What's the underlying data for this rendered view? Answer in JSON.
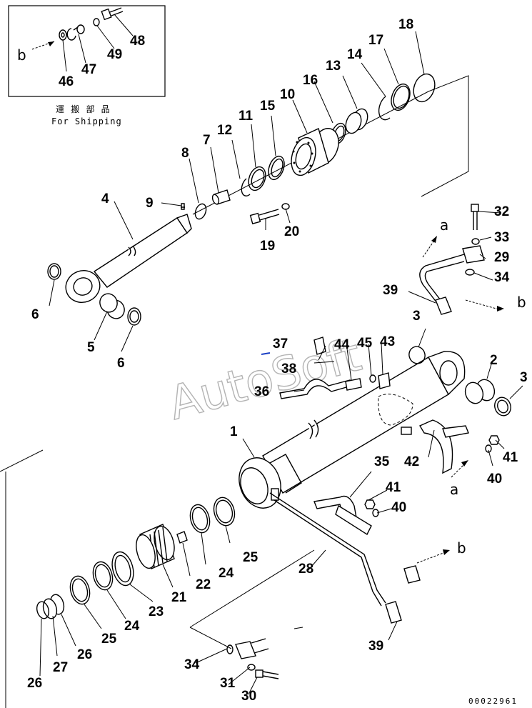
{
  "inset": {
    "caption_jp": "運 搬 部 品",
    "caption_en": "For Shipping"
  },
  "watermark": "AutoSoft",
  "document_number": "00022961",
  "connection_marks": {
    "a": "a",
    "b": "b"
  },
  "callouts": [
    {
      "id": "c1",
      "text": "1"
    },
    {
      "id": "c2",
      "text": "2"
    },
    {
      "id": "c3a",
      "text": "3"
    },
    {
      "id": "c3b",
      "text": "3"
    },
    {
      "id": "c4",
      "text": "4"
    },
    {
      "id": "c5",
      "text": "5"
    },
    {
      "id": "c6a",
      "text": "6"
    },
    {
      "id": "c6b",
      "text": "6"
    },
    {
      "id": "c7",
      "text": "7"
    },
    {
      "id": "c8",
      "text": "8"
    },
    {
      "id": "c9",
      "text": "9"
    },
    {
      "id": "c10",
      "text": "10"
    },
    {
      "id": "c11",
      "text": "11"
    },
    {
      "id": "c12",
      "text": "12"
    },
    {
      "id": "c13",
      "text": "13"
    },
    {
      "id": "c14",
      "text": "14"
    },
    {
      "id": "c15",
      "text": "15"
    },
    {
      "id": "c16",
      "text": "16"
    },
    {
      "id": "c17",
      "text": "17"
    },
    {
      "id": "c18",
      "text": "18"
    },
    {
      "id": "c19",
      "text": "19"
    },
    {
      "id": "c20",
      "text": "20"
    },
    {
      "id": "c21",
      "text": "21"
    },
    {
      "id": "c22",
      "text": "22"
    },
    {
      "id": "c23",
      "text": "23"
    },
    {
      "id": "c24a",
      "text": "24"
    },
    {
      "id": "c24b",
      "text": "24"
    },
    {
      "id": "c25a",
      "text": "25"
    },
    {
      "id": "c25b",
      "text": "25"
    },
    {
      "id": "c26a",
      "text": "26"
    },
    {
      "id": "c26b",
      "text": "26"
    },
    {
      "id": "c27",
      "text": "27"
    },
    {
      "id": "c28",
      "text": "28"
    },
    {
      "id": "c29",
      "text": "29"
    },
    {
      "id": "c30",
      "text": "30"
    },
    {
      "id": "c31",
      "text": "31"
    },
    {
      "id": "c32",
      "text": "32"
    },
    {
      "id": "c33",
      "text": "33"
    },
    {
      "id": "c34a",
      "text": "34"
    },
    {
      "id": "c34b",
      "text": "34"
    },
    {
      "id": "c35",
      "text": "35"
    },
    {
      "id": "c36",
      "text": "36"
    },
    {
      "id": "c37",
      "text": "37"
    },
    {
      "id": "c38",
      "text": "38"
    },
    {
      "id": "c39a",
      "text": "39"
    },
    {
      "id": "c39b",
      "text": "39"
    },
    {
      "id": "c40a",
      "text": "40"
    },
    {
      "id": "c40b",
      "text": "40"
    },
    {
      "id": "c41a",
      "text": "41"
    },
    {
      "id": "c41b",
      "text": "41"
    },
    {
      "id": "c42",
      "text": "42"
    },
    {
      "id": "c43",
      "text": "43"
    },
    {
      "id": "c44",
      "text": "44"
    },
    {
      "id": "c45",
      "text": "45"
    },
    {
      "id": "c46",
      "text": "46"
    },
    {
      "id": "c47",
      "text": "47"
    },
    {
      "id": "c48",
      "text": "48"
    },
    {
      "id": "c49",
      "text": "49"
    }
  ]
}
